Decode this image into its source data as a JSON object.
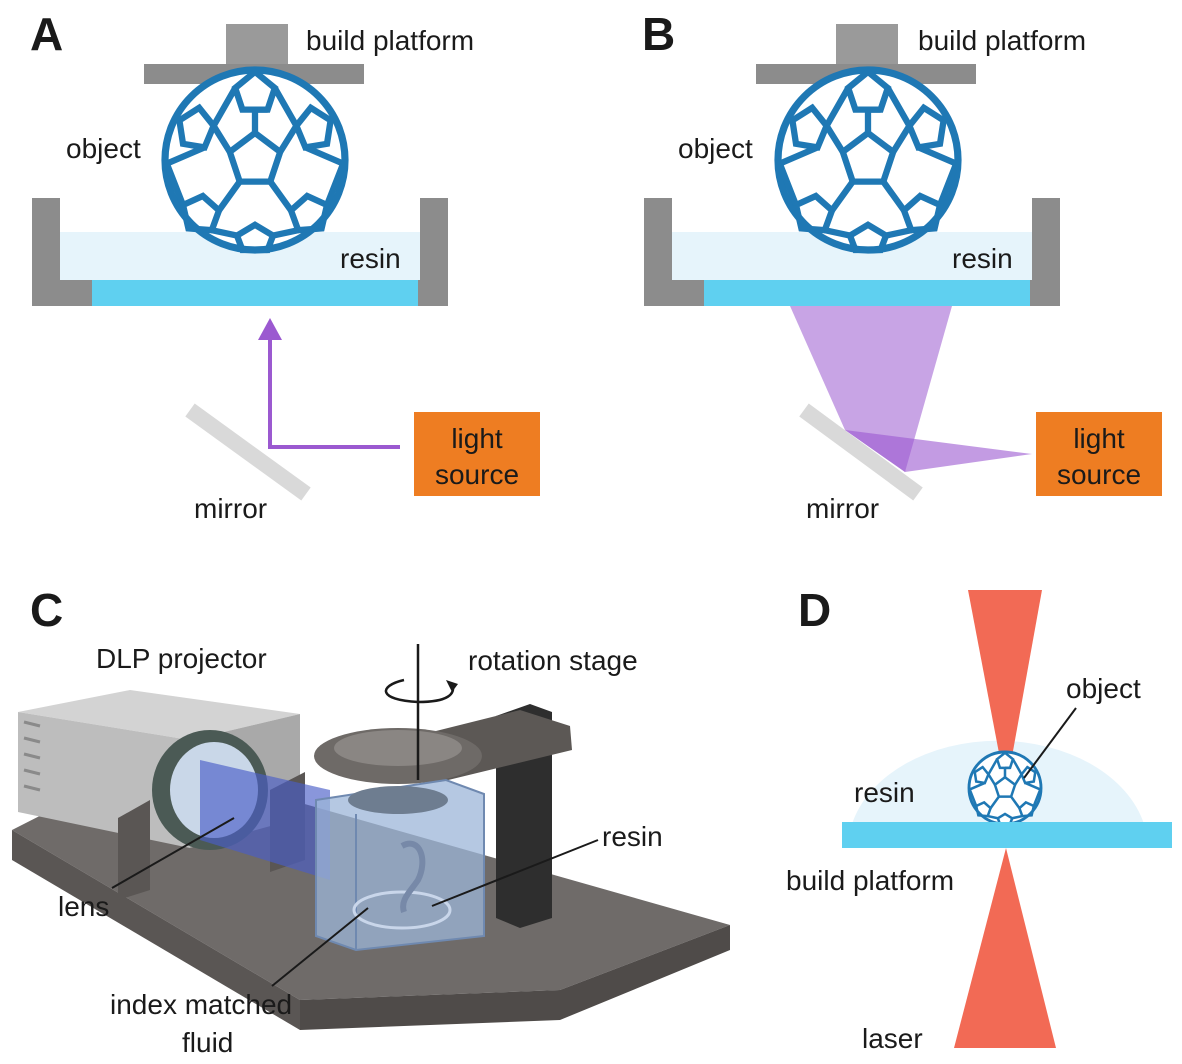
{
  "panels": {
    "a": {
      "letter": "A",
      "build_platform": "build platform",
      "object": "object",
      "resin": "resin",
      "light_source_line1": "light",
      "light_source_line2": "source",
      "mirror": "mirror"
    },
    "b": {
      "letter": "B",
      "build_platform": "build platform",
      "object": "object",
      "resin": "resin",
      "light_source_line1": "light",
      "light_source_line2": "source",
      "mirror": "mirror"
    },
    "c": {
      "letter": "C",
      "dlp_projector": "DLP projector",
      "rotation_stage": "rotation stage",
      "resin": "resin",
      "lens": "lens",
      "index_line1": "index matched",
      "index_line2": "fluid"
    },
    "d": {
      "letter": "D",
      "object": "object",
      "resin": "resin",
      "build_platform": "build platform",
      "laser": "laser"
    }
  },
  "colors": {
    "object_blue": "#1f78b4",
    "resin_bar": "#5fd0f0",
    "resin_fill": "#e6f4fb",
    "vat_gray": "#8c8c8c",
    "light_source": "#ee7d22",
    "beam_purple": "#9b59d0",
    "laser_red": "#f26a55"
  }
}
